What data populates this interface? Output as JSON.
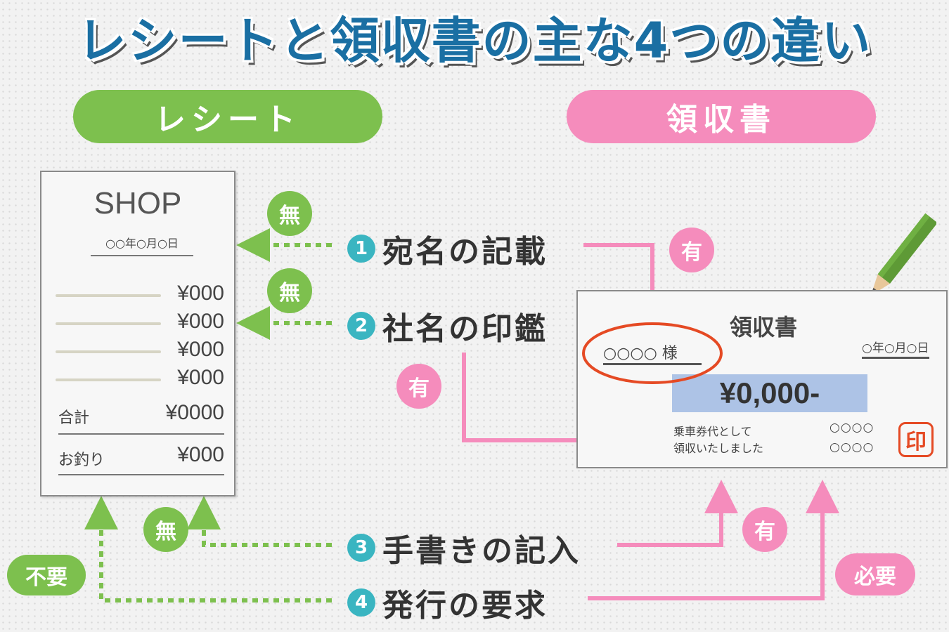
{
  "title": "レシートと領収書の主な4つの違い",
  "headers": {
    "receipt": "レシート",
    "invoice": "領収書"
  },
  "receipt": {
    "shop": "SHOP",
    "date": "○○年○月○日",
    "prices": [
      "¥000",
      "¥000",
      "¥000",
      "¥000"
    ],
    "total_label": "合計",
    "total_value": "¥0000",
    "change_label": "お釣り",
    "change_value": "¥000"
  },
  "invoice": {
    "title": "領収書",
    "addressee": "○○○○  様",
    "date": "○年○月○日",
    "amount": "¥0,000-",
    "note_line1": "乗車券代として",
    "note_line2": "領収いたしました",
    "placeholder1": "○○○○",
    "placeholder2": "○○○○",
    "stamp": "印"
  },
  "items": [
    {
      "num": "1",
      "label": "宛名の記載",
      "receipt": "無",
      "invoice": "有"
    },
    {
      "num": "2",
      "label": "社名の印鑑",
      "receipt": "無",
      "invoice": "有"
    },
    {
      "num": "3",
      "label": "手書きの記入",
      "receipt": "無",
      "invoice": "有"
    },
    {
      "num": "4",
      "label": "発行の要求",
      "receipt": "不要",
      "invoice": "必要"
    }
  ],
  "colors": {
    "receipt_green": "#7dc04e",
    "invoice_pink": "#f58cbc",
    "number_teal": "#3ab5c1",
    "title_blue": "#1a6fa3",
    "stamp_red": "#e54a24"
  }
}
